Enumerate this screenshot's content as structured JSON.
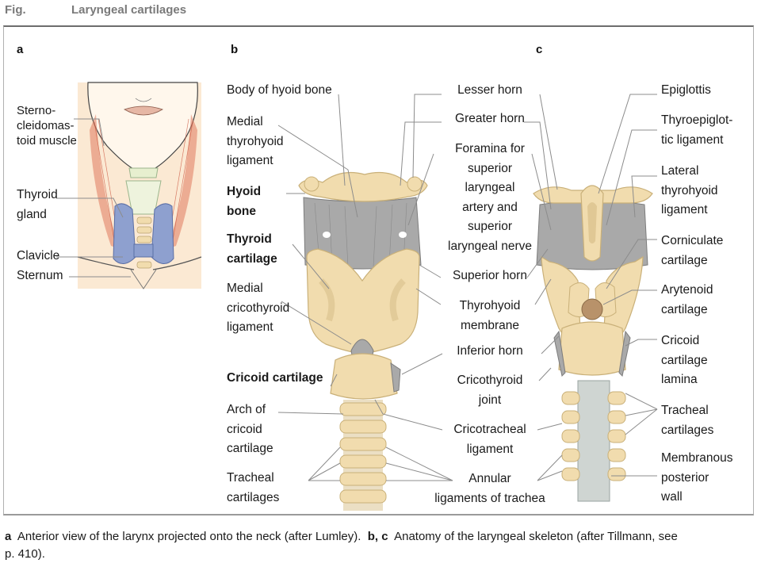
{
  "header": {
    "fig": "Fig.",
    "title": "Laryngeal cartilages"
  },
  "panels": {
    "a": "a",
    "b": "b",
    "c": "c"
  },
  "labels_a": {
    "sternocleido_1": "Sterno-",
    "sternocleido_2": "cleidomas-",
    "sternocleido_3": "toid muscle",
    "thyroid_gland_1": "Thyroid",
    "thyroid_gland_2": "gland",
    "clavicle": "Clavicle",
    "sternum": "Sternum"
  },
  "labels_b_left": {
    "body_of_hyoid": "Body of hyoid bone",
    "medial_thyrohyoid_1": "Medial",
    "medial_thyrohyoid_2": "thyrohyoid",
    "medial_thyrohyoid_3": "ligament",
    "hyoid_bone_1": "Hyoid",
    "hyoid_bone_2": "bone",
    "thyroid_cartilage_1": "Thyroid",
    "thyroid_cartilage_2": "cartilage",
    "medial_cricothyroid_1": "Medial",
    "medial_cricothyroid_2": "cricothyroid",
    "medial_cricothyroid_3": "ligament",
    "cricoid_cartilage": "Cricoid cartilage",
    "arch_1": "Arch of",
    "arch_2": "cricoid",
    "arch_3": "cartilage",
    "tracheal_1": "Tracheal",
    "tracheal_2": "cartilages"
  },
  "labels_mid": {
    "lesser_horn": "Lesser horn",
    "greater_horn": "Greater horn",
    "foramina_1": "Foramina for",
    "foramina_2": "superior",
    "foramina_3": "laryngeal",
    "foramina_4": "artery and",
    "foramina_5": "superior",
    "foramina_6": "laryngeal nerve",
    "superior_horn": "Superior horn",
    "thyrohyoid_membrane_1": "Thyrohyoid",
    "thyrohyoid_membrane_2": "membrane",
    "inferior_horn": "Inferior horn",
    "cricothyroid_joint_1": "Cricothyroid",
    "cricothyroid_joint_2": "joint",
    "cricotracheal_1": "Cricotracheal",
    "cricotracheal_2": "ligament",
    "annular_1": "Annular",
    "annular_2": "ligaments of trachea"
  },
  "labels_c_right": {
    "epiglottis": "Epiglottis",
    "thyroepiglottic_1": "Thyroepiglot-",
    "thyroepiglottic_2": "tic ligament",
    "lateral_thyrohyoid_1": "Lateral",
    "lateral_thyrohyoid_2": "thyrohyoid",
    "lateral_thyrohyoid_3": "ligament",
    "corniculate_1": "Corniculate",
    "corniculate_2": "cartilage",
    "arytenoid_1": "Arytenoid",
    "arytenoid_2": "cartilage",
    "cricoid_lamina_1": "Cricoid",
    "cricoid_lamina_2": "cartilage",
    "cricoid_lamina_3": "lamina",
    "tracheal_c_1": "Tracheal",
    "tracheal_c_2": "cartilages",
    "membranous_1": "Membranous",
    "membranous_2": "posterior",
    "membranous_3": "wall"
  },
  "caption": {
    "a_marker": "a",
    "a_text": "Anterior view of the larynx projected onto the neck (after Lumley).",
    "bc_marker": "b, c",
    "bc_text": "Anatomy of the laryngeal skeleton (after Tillmann, see",
    "line2": "p. 410)."
  },
  "colors": {
    "cartilage": "#f1dcae",
    "cartilage_dark": "#d8bf8a",
    "membrane": "#a9a9a9",
    "muscle": "#e07a5f",
    "thyroid_gland": "#8ea0cf",
    "skin_tint": "#fbe9d3",
    "leader_line": "#8c8c8c"
  }
}
